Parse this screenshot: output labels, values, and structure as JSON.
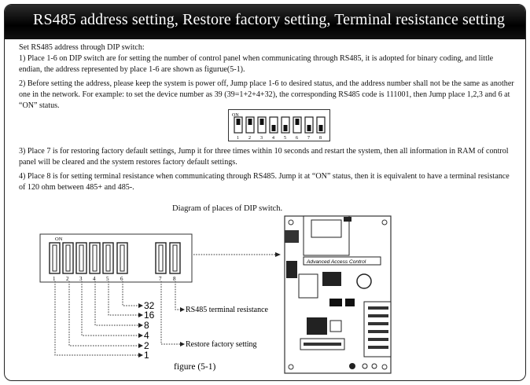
{
  "title": "RS485 address setting, Restore factory setting, Terminal resistance setting",
  "paragraphs": {
    "p0": "Set RS485 address through DIP switch:",
    "p1": "1) Place 1-6 on DIP switch are for setting the number of control panel when communicating through RS485, it is adopted for binary coding, and little endian, the address represented by place 1-6 are shown as figurue(5-1).",
    "p2": "2) Before setting the address, please keep the system is power off, Jump place 1-6 to desired status,  and the address number shall not be the same as another one in the network. For example: to set the  device number as 39 (39=1+2+4+32), the corresponding RS485 code is 111001, then Jump place 1,2,3 and 6 at “ON” status.",
    "p3": "3) Place 7 is for restoring factory default settings, Jump it for three times within 10 seconds and restart  the system, then all information in RAM of control panel will be cleared and the system restores factory  default settings.",
    "p4": "4) Place 8 is for setting terminal resistance when communicating through RS485. Jump it at “ON” status, then it is equivalent to have a terminal resistance of 120 ohm between 485+ and 485-."
  },
  "small_dip": {
    "on_label": "ON",
    "numbers": [
      "1",
      "2",
      "3",
      "4",
      "5",
      "6",
      "7",
      "8"
    ],
    "states": [
      "on",
      "on",
      "on",
      "off",
      "off",
      "on",
      "off",
      "off"
    ]
  },
  "diagram": {
    "title": "Diagram of places of DIP switch.",
    "on_label": "ON",
    "numbers": [
      "1",
      "2",
      "3",
      "4",
      "5",
      "6",
      "7",
      "8"
    ],
    "weights": [
      "32",
      "16",
      "8",
      "4",
      "2",
      "1"
    ],
    "rs485_label": "RS485  terminal  resistance",
    "restore_label": "Restore  factory setting",
    "figure_caption": "figure (5-1)",
    "board_label": "Advanced Access Control"
  },
  "colors": {
    "header_bg": "#000000",
    "header_text": "#ffffff"
  }
}
